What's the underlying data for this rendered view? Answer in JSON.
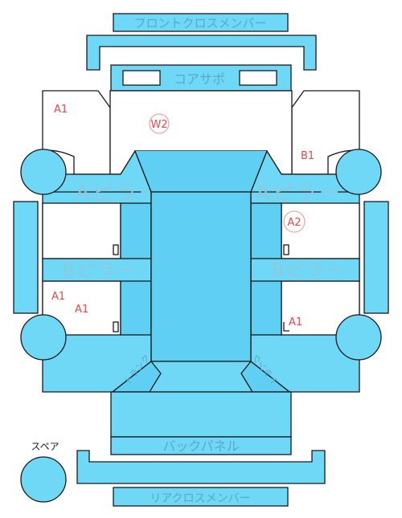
{
  "parts": {
    "front_cross_member": "フロントクロスメンバー",
    "core_support": "コアサポ",
    "a_pillar_left": "Aピラー",
    "a_pillar_right": "Aピラー",
    "b_pillar_left": "Bピラー",
    "b_pillar_right": "Bピラー",
    "back_panel": "バックパネル",
    "rear_cross_member": "リアクロスメンバー",
    "trunk_left": "トランク",
    "trunk_right": "トランク",
    "spare": "スペア"
  },
  "damage_marks": [
    {
      "id": "front-left-a1",
      "code": "A1"
    },
    {
      "id": "roof-w2",
      "code": "W2"
    },
    {
      "id": "front-right-b1",
      "code": "B1"
    },
    {
      "id": "right-door-a2",
      "code": "A2"
    },
    {
      "id": "rear-left-a1-a",
      "code": "A1"
    },
    {
      "id": "rear-left-a1-b",
      "code": "A1"
    },
    {
      "id": "rear-right-a1",
      "code": "A1"
    }
  ],
  "colors": {
    "part_fill": "#6fd8f7",
    "outline": "#1a1a1a",
    "damage_mark": "#e8484a",
    "part_label": "#5aa8c8"
  }
}
